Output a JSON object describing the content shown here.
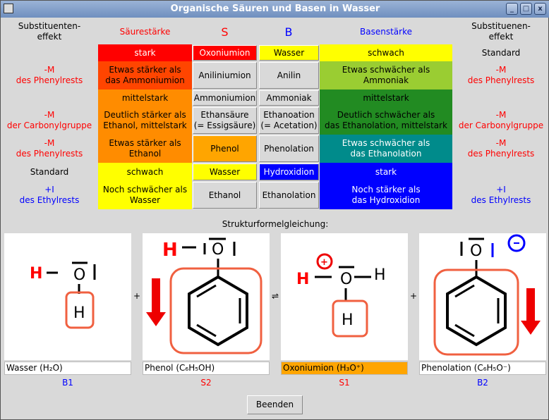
{
  "window": {
    "title": "Organische Säuren und Basen in Wasser",
    "min": "_",
    "max": "□",
    "close": "x"
  },
  "header": {
    "left": "Substituenten-\neffekt",
    "acid": "Säurestärke",
    "s": "S",
    "b": "B",
    "base": "Basenstärke",
    "right": "Substituenen-\neffekt"
  },
  "rows": [
    {
      "left": "",
      "acid": "stark",
      "s": "Oxoniumion",
      "b": "Wasser",
      "base": "schwach",
      "right": "Standard"
    },
    {
      "left": "-M\ndes Phenylrests",
      "acid": "Etwas stärker als\ndas Ammoniumion",
      "s": "Aniliniumion",
      "b": "Anilin",
      "base": "Etwas schwächer als\nAmmoniak",
      "right": "-M\ndes Phenylrests"
    },
    {
      "left": "",
      "acid": "mittelstark",
      "s": "Ammoniumion",
      "b": "Ammoniak",
      "base": "mittelstark",
      "right": ""
    },
    {
      "left": "-M\nder Carbonylgruppe",
      "acid": "Deutlich stärker als\nEthanol, mittelstark",
      "s": "Ethansäure\n(= Essigsäure)",
      "b": "Ethanoation\n(= Acetation)",
      "base": "Deutlich schwächer als\ndas Ethanolation, mittelstark",
      "right": "-M\nder Carbonylgruppe"
    },
    {
      "left": "-M\ndes Phenylrests",
      "acid": "Etwas stärker als\nEthanol",
      "s": "Phenol",
      "b": "Phenolation",
      "base": "Etwas schwächer als\ndas Ethanolation",
      "right": "-M\ndes Phenylrests"
    },
    {
      "left": "Standard",
      "acid": "schwach",
      "s": "Wasser",
      "b": "Hydroxidion",
      "base": "stark",
      "right": ""
    },
    {
      "left": "+I\ndes Ethylrests",
      "acid": "Noch schwächer als\nWasser",
      "s": "Ethanol",
      "b": "Ethanolation",
      "base": "Noch stärker als\ndas Hydroxidion",
      "right": "+I\ndes Ethylrests"
    }
  ],
  "equation": {
    "title": "Strukturformelgleichung:",
    "plus": "+",
    "eq": "⇌",
    "panels": [
      {
        "label": "Wasser (H₂O)",
        "tag": "B1"
      },
      {
        "label": "Phenol (C₆H₅OH)",
        "tag": "S2"
      },
      {
        "label": "Oxoniumion (H₃O⁺)",
        "tag": "S1"
      },
      {
        "label": "Phenolation (C₆H₅O⁻)",
        "tag": "B2"
      }
    ],
    "atoms": {
      "H": "H",
      "O": "O",
      "plus": "+",
      "minus": "-"
    }
  },
  "quit": "Beenden"
}
